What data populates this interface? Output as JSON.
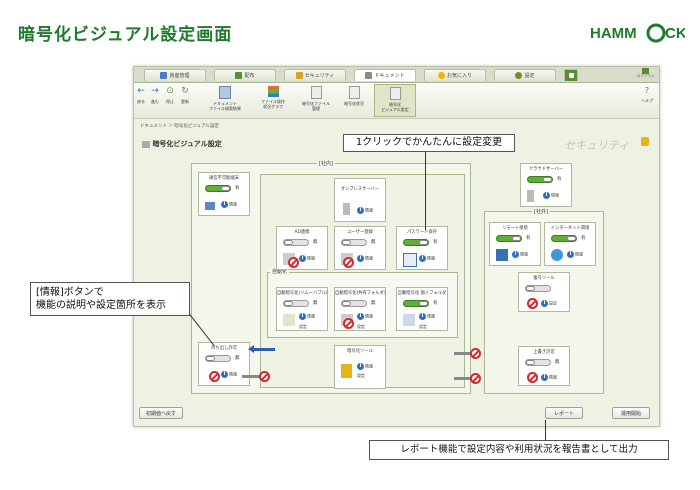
{
  "page": {
    "title": "暗号化ビジュアル設定画面",
    "brand": "HAMMOCK"
  },
  "tabs": [
    {
      "label": "資産管理",
      "icon": "monitor-icon"
    },
    {
      "label": "配布",
      "icon": "people-icon"
    },
    {
      "label": "セキュリティ",
      "icon": "lock-icon"
    },
    {
      "label": "ドキュメント",
      "icon": "document-icon",
      "active": true
    },
    {
      "label": "お気に入り",
      "icon": "star-icon"
    },
    {
      "label": "設定",
      "icon": "gear-icon"
    },
    {
      "label": "",
      "icon": "home-icon"
    }
  ],
  "window_controls": {
    "logout": "ログアウト",
    "help": "ヘルプ"
  },
  "toolbar": {
    "nav": [
      {
        "label": "戻る",
        "icon": "back-arrow-icon"
      },
      {
        "label": "進む",
        "icon": "forward-arrow-icon"
      },
      {
        "label": "停止",
        "icon": "stop-icon"
      },
      {
        "label": "更新",
        "icon": "refresh-icon"
      }
    ],
    "items": [
      {
        "line1": "ドキュメント",
        "line2": "ファイル検索結果",
        "icon": "document-search-icon"
      },
      {
        "line1": "ファイル操作",
        "line2": "状況グラフ",
        "icon": "chart-icon"
      },
      {
        "line1": "暗号化ファイル",
        "line2": "管理",
        "icon": "encrypted-file-icon"
      },
      {
        "line1": "暗号化状況",
        "line2": "",
        "icon": "encryption-status-icon"
      },
      {
        "line1": "暗号化",
        "line2": "ビジュアル設定",
        "icon": "visual-settings-icon",
        "active": true
      }
    ]
  },
  "breadcrumb": "ドキュメント ＞ 暗号化ビジュアル設定",
  "screen_title": "暗号化ビジュアル設定",
  "security_label": "セキュリティ",
  "groups": {
    "internal": "[社内]",
    "external": "[社外]",
    "auto_encrypt": "自動化"
  },
  "cards": {
    "mobile_ban": {
      "title": "通信不可能端末",
      "state": "有",
      "info": "情報"
    },
    "online_server": {
      "title": "オンプレスサーバー",
      "info": "情報"
    },
    "ad": {
      "title": "AD連携",
      "state": "無",
      "info": "情報"
    },
    "user_reg": {
      "title": "ユーザー登録",
      "state": "無",
      "info": "情報"
    },
    "password": {
      "title": "パスワード保存",
      "state": "有",
      "info": "情報"
    },
    "auto_removable": {
      "title": "自動暗号化(リムーバブル)",
      "state": "無",
      "info": "情報",
      "setting": "設定"
    },
    "auto_network": {
      "title": "自動暗号化(共有フォルダ)",
      "state": "無",
      "info": "情報",
      "setting": "設定"
    },
    "auto_personal": {
      "title": "自動暗号化 個人フォルダ",
      "state": "有",
      "info": "情報",
      "setting": "設定"
    },
    "bring_out": {
      "title": "持ち出し許可",
      "state": "無",
      "info": "情報"
    },
    "enc_tool": {
      "title": "暗号化ツール",
      "info": "情報",
      "setting": "設定"
    },
    "cloud_server": {
      "title": "クラウドサーバー",
      "state": "有",
      "info": "情報"
    },
    "remote": {
      "title": "リモート接続",
      "state": "有",
      "info": "情報"
    },
    "internet": {
      "title": "インターネット環境",
      "state": "有",
      "info": "情報"
    },
    "dec_tool": {
      "title": "復号ツール",
      "info": "設定"
    },
    "export_permit": {
      "title": "上書き許可",
      "state": "無",
      "info": "情報"
    }
  },
  "bottom_buttons": {
    "reset": "初期値へ戻す",
    "report": "レポート",
    "operation": "運用開始"
  },
  "callouts": {
    "one_click": "1クリックでかんたんに設定変更",
    "info_button": [
      "[情報]ボタンで",
      "機能の説明や設定箇所を表示"
    ],
    "report": "レポート機能で設定内容や利用状況を報告書として出力"
  },
  "colors": {
    "brand_green": "#1f7a2c",
    "toggle_on": "#5fb036",
    "deny_red": "#d8272b",
    "info_blue": "#2e6fbf"
  }
}
